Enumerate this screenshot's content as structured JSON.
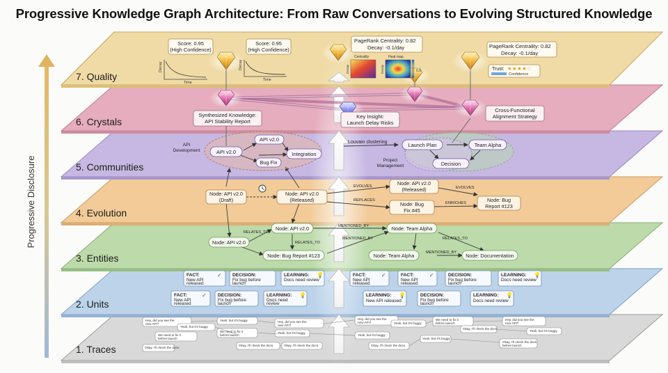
{
  "title": "Progressive Knowledge Graph Architecture: From Raw Conversations to Evolving Structured Knowledge",
  "axis_label": "Progressive Disclosure",
  "layers": [
    "7. Quality",
    "6. Crystals",
    "5. Communities",
    "4. Evolution",
    "3. Entities",
    "2. Units",
    "1. Traces"
  ],
  "colors": {
    "quality": "#efd9a2",
    "crystals": "#e3a9b9",
    "communities": "#c2b4df",
    "evolution": "#f0c997",
    "entities": "#b9d7a7",
    "units": "#b9d0e8",
    "traces": "#d6d6d6"
  },
  "quality": {
    "score1": "Score: 0.95",
    "score1_sub": "(High Confidence)",
    "score2": "Score: 0.95",
    "score2_sub": "(High Confidence)",
    "decay_axis": "Decay",
    "time_axis": "Time",
    "pagerank1": "PageRank Centrality: 0.82",
    "decay1": "Decay: -0.1/day",
    "centrality": "Centrality",
    "heatmap": "Heat map",
    "decay_small": "Decay",
    "heat_max": "0.5",
    "pagerank2": "PageRank Centrality: 0.82",
    "decay2": "Decay: -0.1/day",
    "trust": "Trust:",
    "confidence": "Confidence"
  },
  "crystals": {
    "synth1": "Synthesized Knowledge:",
    "synth2": "API Stability Report",
    "insight1": "Key Insight:",
    "insight2": "Launch Delay Risks",
    "cross1": "Cross-Functional",
    "cross2": "Alignment Strategy"
  },
  "communities": {
    "api_dev1": "API",
    "api_dev2": "Development",
    "api_v20": "API v2.0",
    "api_v20b": "API v2.0",
    "bug_fix": "Bug Fix",
    "integration": "Integration",
    "louvain": "Louvain clustering",
    "launch_plan": "Launch Plan",
    "team_alpha": "Team Alpha",
    "decision": "Decision",
    "pm1": "Project",
    "pm2": "Management"
  },
  "evolution": {
    "draft1": "Node: API v2.0",
    "draft2": "(Draft)",
    "released1": "Node: API v2.0",
    "released2": "(Released)",
    "released_b1": "Node: API v2.0",
    "released_b2": "(Released)",
    "bugfix1": "Node: Bug",
    "bugfix2": "Fix #45",
    "bugrep1": "Node: Bug",
    "bugrep2": "Report #123",
    "evolves1": "EVOLVES",
    "evolves2": "EVOLVES",
    "replaces": "REPLACES",
    "enriches": "ENRICHES"
  },
  "entities": {
    "api_a": "Node: API v2.0",
    "api_b": "Node: API v2.0",
    "bug": "Node: Bug Report #123",
    "team1": "Node: Team Alpha",
    "team2": "Node: Team Alpha",
    "doc": "Node: Documentation",
    "relates1": "RELATES_TO",
    "relates2": "RELATES_TO",
    "relates3": "RELATES_TO",
    "mentioned1": "MENTIONED_BY",
    "mentioned2": "MENTIONED_BY",
    "mentioned3": "MENTIONED_BY"
  },
  "units": {
    "fact": "FACT:",
    "fact_text1": "New API",
    "fact_text2": "released",
    "decision": "DECISION:",
    "decision_text1": "Fix bug before",
    "decision_text2": "launch",
    "decision_short1": "Fix bug before",
    "decision_short2": "launch",
    "learning": "LEARNING:",
    "learning_text1": "Docs need review",
    "learning_text2": "",
    "learning_new": "New API released",
    "learning_docs2": "Docs need",
    "learning_docs3": "review"
  },
  "traces": {
    "m1a": "Hey, did you see the",
    "m1b": "new API?",
    "m2": "Yeah, but it's buggy",
    "m3a": "We need to fix it",
    "m3b": "before launch",
    "m4": "Okay, I'll check the docs."
  }
}
